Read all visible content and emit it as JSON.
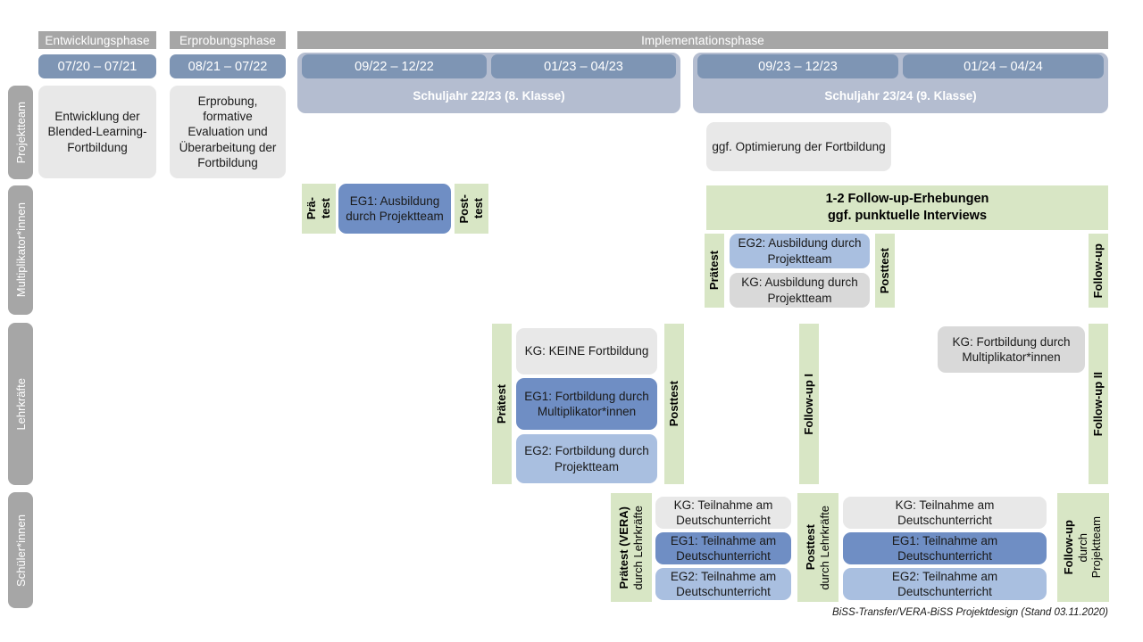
{
  "document": {
    "footer_note": "BiSS-Transfer/VERA-BiSS Projektdesign (Stand 03.11.2020)"
  },
  "colors": {
    "phase_header": "#a6a6a6",
    "period_bar": "#7e95b4",
    "school_year_band": "#b4bdd0",
    "row_label": "#a6a6a6",
    "green_test": "#d8e6c5",
    "grey_box": "#e8e8e8",
    "grey_box_alt": "#d9d9d9",
    "blue_dark": "#6f8ec4",
    "blue_light": "#a9bfe0",
    "background": "#ffffff"
  },
  "phases": [
    {
      "title": "Entwicklungsphase",
      "period": "07/20 – 07/21"
    },
    {
      "title": "Erprobungsphase",
      "period": "08/21 – 07/22"
    },
    {
      "title": "Implementationsphase",
      "periods": [
        "09/22 – 12/22",
        "01/23 – 04/23",
        "09/23 – 12/23",
        "01/24 – 04/24"
      ],
      "school_years": [
        "Schuljahr 22/23 (8. Klasse)",
        "Schuljahr 23/24 (9. Klasse)"
      ]
    }
  ],
  "rows": [
    {
      "label": "Projektteam"
    },
    {
      "label": "Multiplikator*innen"
    },
    {
      "label": "Lehrkräfte"
    },
    {
      "label": "Schüler*innen"
    }
  ],
  "projektteam": {
    "entwicklung": "Entwicklung der Blended-Learning-Fortbildung",
    "erprobung": "Erprobung, formative Evaluation und Überarbeitung der Fortbildung",
    "optimierung": "ggf. Optimierung der Fortbildung"
  },
  "multiplikatoren": {
    "praetest_short_line1": "Prä-",
    "praetest_short_line2": "test",
    "posttest_short_line1": "Post-",
    "posttest_short_line2": "test",
    "eg1": "EG1: Ausbildung durch Projektteam",
    "followup_banner_line1": "1-2 Follow-up-Erhebungen",
    "followup_banner_line2": "ggf. punktuelle Interviews",
    "praetest": "Prätest",
    "posttest": "Posttest",
    "followup": "Follow-up",
    "eg2": "EG2: Ausbildung durch Projektteam",
    "kg": "KG: Ausbildung durch Projektteam"
  },
  "lehrkraefte": {
    "praetest": "Prätest",
    "posttest": "Posttest",
    "followup_1": "Follow-up I",
    "followup_2": "Follow-up II",
    "kg_keine": "KG:  KEINE Fortbildung",
    "eg1": "EG1: Fortbildung durch Multiplikator*innen",
    "eg2": "EG2: Fortbildung durch Projektteam",
    "kg_fortbildung": "KG: Fortbildung durch Multiplikator*innen"
  },
  "schueler": {
    "praetest_bold": "Prätest (VERA)",
    "praetest_sub": "durch Lehrkräfte",
    "posttest_bold": "Posttest",
    "posttest_sub": "durch Lehrkräfte",
    "followup_bold": "Follow-up",
    "followup_sub1": "durch",
    "followup_sub2": "Projektteam",
    "left_boxes": [
      "KG: Teilnahme am Deutschunterricht",
      "EG1: Teilnahme am Deutschunterricht",
      "EG2: Teilnahme am Deutschunterricht"
    ],
    "right_boxes": [
      "KG: Teilnahme am Deutschunterricht",
      "EG1: Teilnahme am Deutschunterricht",
      "EG2: Teilnahme am Deutschunterricht"
    ]
  }
}
